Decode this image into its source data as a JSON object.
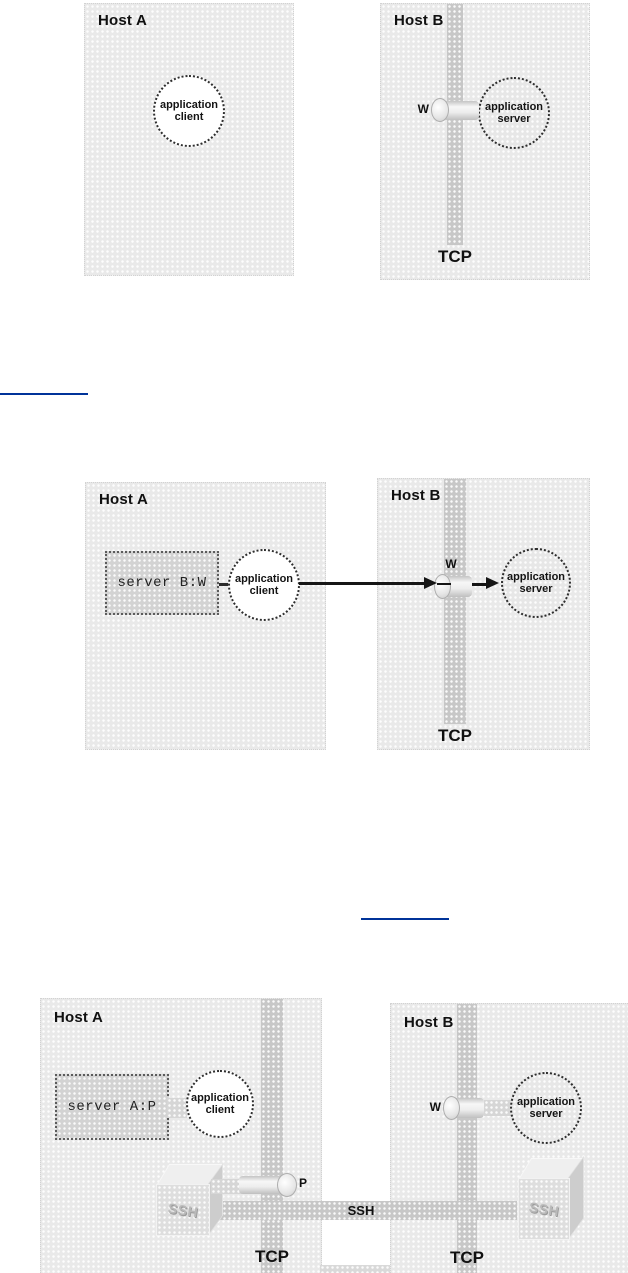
{
  "colors": {
    "link_blue": "#003399",
    "host_fill": "#e9e9e9",
    "bar_fill": "#c7c7c7",
    "panel_fill": "#d3d3d3"
  },
  "figures": [
    {
      "host_a": {
        "label": "Host A",
        "client_line1": "application",
        "client_line2": "client"
      },
      "host_b": {
        "label": "Host B",
        "port_label": "W",
        "server_line1": "application",
        "server_line2": "server",
        "tcp_label": "TCP"
      }
    },
    {
      "host_a": {
        "label": "Host A",
        "server_box": "server B:W",
        "client_line1": "application",
        "client_line2": "client"
      },
      "host_b": {
        "label": "Host B",
        "port_label": "W",
        "server_line1": "application",
        "server_line2": "server",
        "tcp_label": "TCP"
      }
    },
    {
      "host_a": {
        "label": "Host A",
        "server_box": "server A:P",
        "client_line1": "application",
        "client_line2": "client",
        "ssh_box_label": "SSH",
        "port_label": "P",
        "tcp_label": "TCP"
      },
      "tunnel_label": "SSH",
      "host_b": {
        "label": "Host B",
        "port_label": "W",
        "server_line1": "application",
        "server_line2": "server",
        "ssh_box_label": "SSH",
        "tcp_label": "TCP"
      }
    }
  ]
}
